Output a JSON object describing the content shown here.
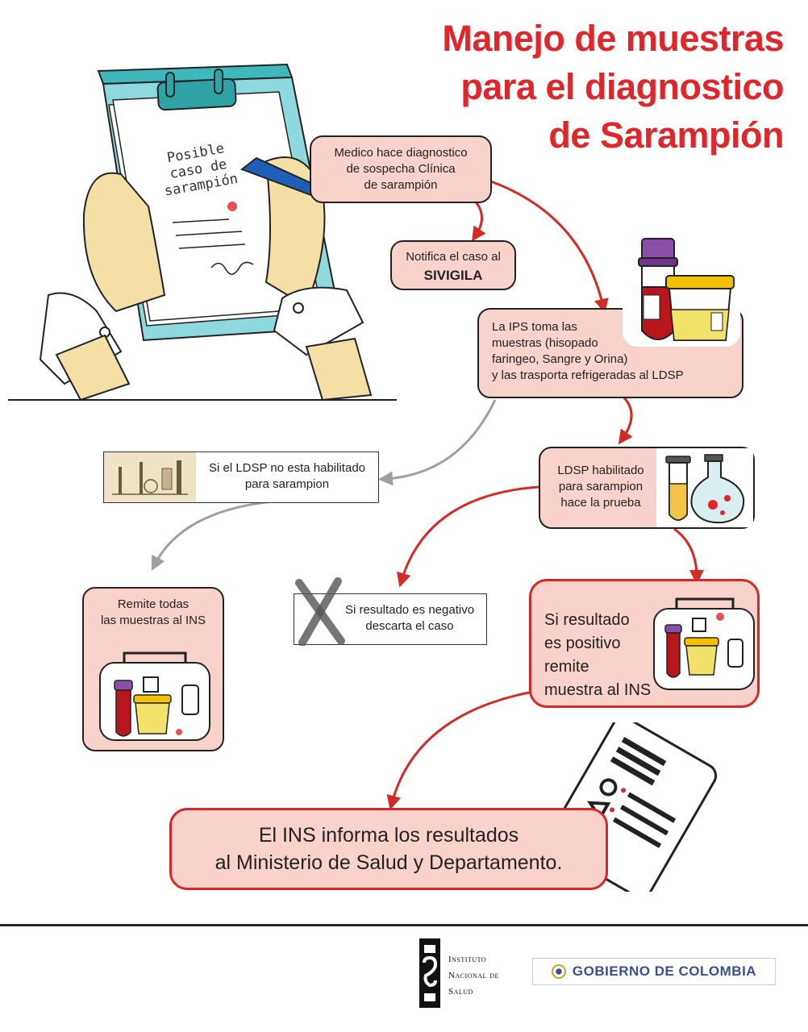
{
  "title": {
    "line1": "Manejo de muestras",
    "line2": "para el diagnostico",
    "line3": "de Sarampión"
  },
  "clipboard": {
    "note_line1": "Posible",
    "note_line2": "caso de",
    "note_line3": "sarampión"
  },
  "steps": {
    "medico": {
      "line1": "Medico hace diagnostico",
      "line2": "de sospecha Clínica",
      "line3": "de sarampión"
    },
    "notifica": {
      "line1": "Notifica el caso al",
      "line2": "SIVIGILA"
    },
    "ips": {
      "line1": "La IPS toma las",
      "line2": "muestras (hisopado",
      "line3": "faringeo, Sangre y Orina)",
      "line4": "y las trasporta refrigeradas al LDSP"
    },
    "no_habilitado": {
      "line1": "Si el LDSP no esta habilitado",
      "line2": "para sarampion"
    },
    "habilitado": {
      "line1": "LDSP habilitado",
      "line2": "para sarampion",
      "line3": "hace la prueba"
    },
    "remite_todas": {
      "line1": "Remite todas",
      "line2": "las muestras al INS"
    },
    "negativo": {
      "line1": "Si resultado es negativo",
      "line2": "descarta el caso"
    },
    "positivo": {
      "line1": "Si resultado",
      "line2": "es positivo",
      "line3": "remite",
      "line4": "muestra al INS"
    },
    "informa": {
      "line1": "El INS informa los resultados",
      "line2": "al Ministerio de Salud y Departamento."
    }
  },
  "footer": {
    "ins_line1": "Instituto",
    "ins_line2": "Nacional de",
    "ins_line3": "Salud",
    "gobierno": "GOBIERNO DE COLOMBIA"
  },
  "colors": {
    "title_red": "#e0262a",
    "box_fill": "#f9d3cb",
    "arrow_red": "#d42a25",
    "arrow_gray": "#a0a0a0"
  }
}
